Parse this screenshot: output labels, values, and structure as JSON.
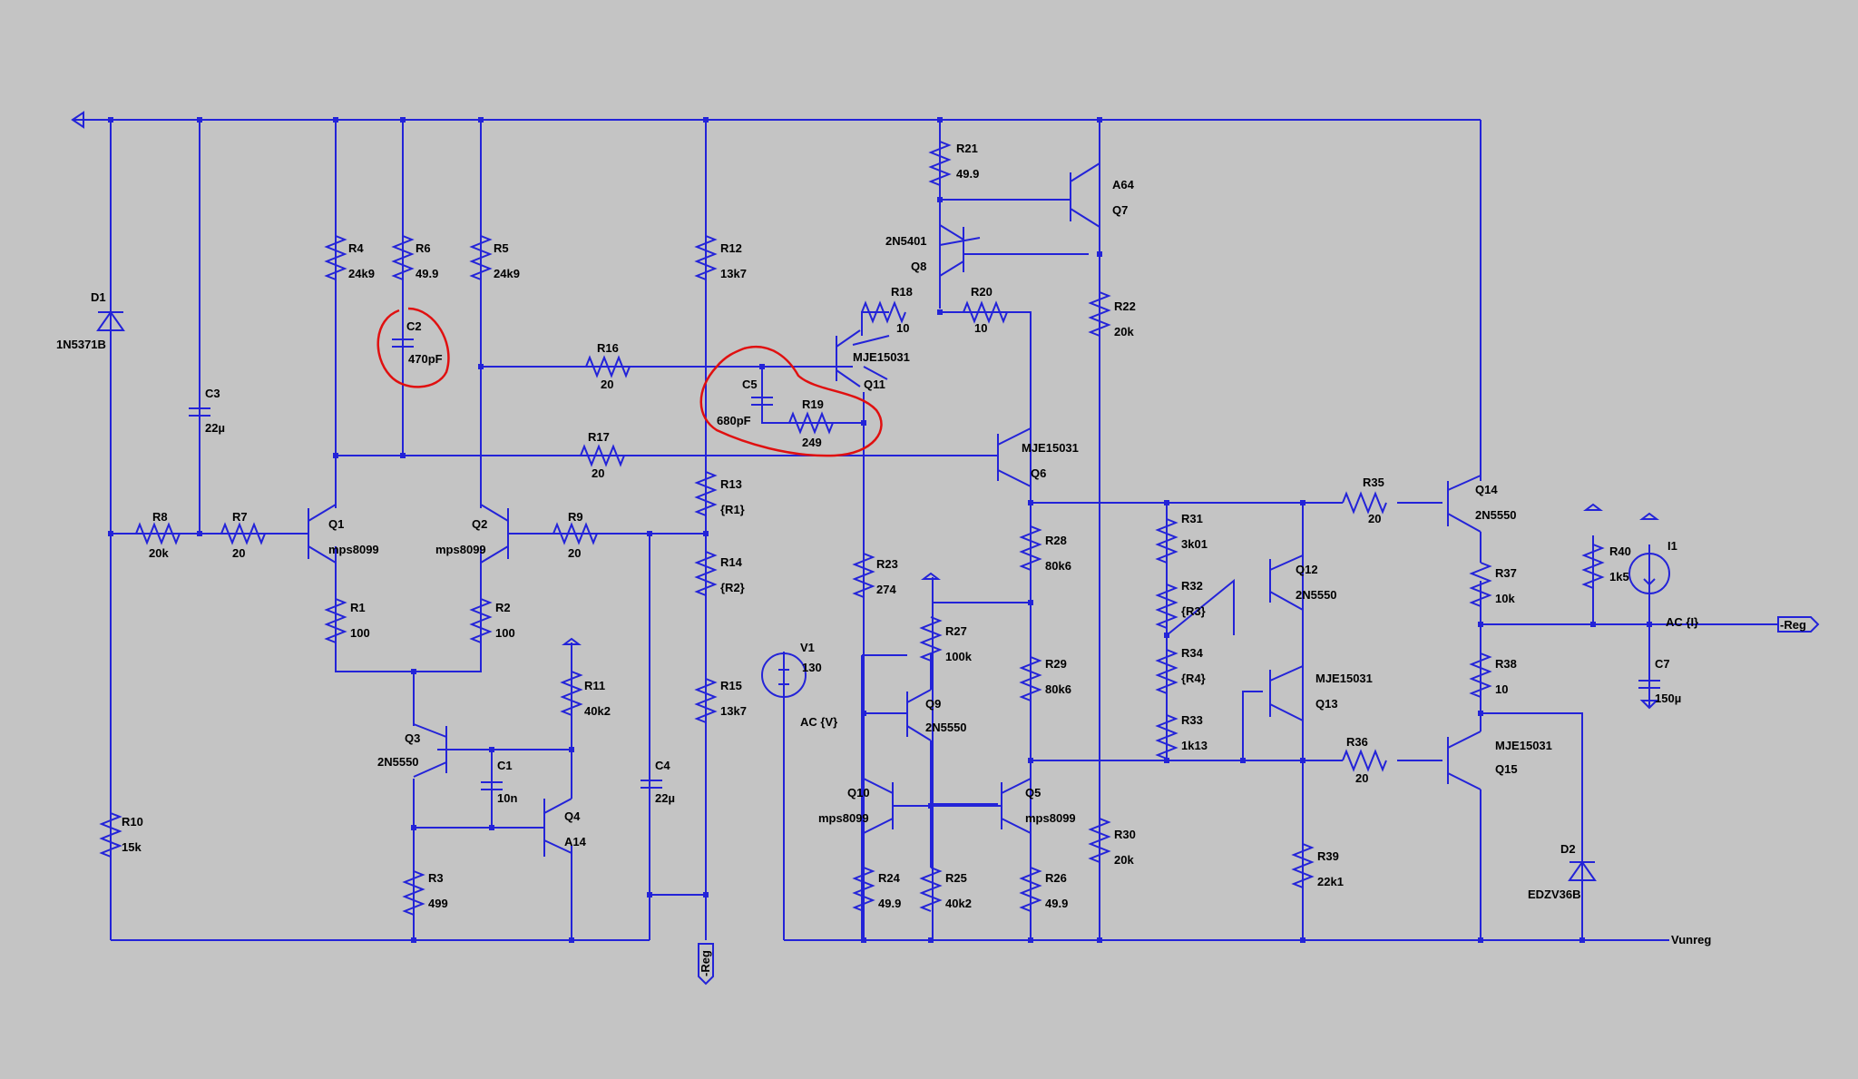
{
  "colors": {
    "wire": "#2323d8",
    "background": "#c4c4c4",
    "highlight": "#e01010",
    "text": "#000000"
  },
  "nets": {
    "neg_reg": "-Reg",
    "vunreg": "Vunreg",
    "ac_i": "AC {I}",
    "ac_v": "AC {V}"
  },
  "components": {
    "D1": {
      "ref": "D1",
      "value": "1N5371B"
    },
    "C3": {
      "ref": "C3",
      "value": "22µ"
    },
    "R8": {
      "ref": "R8",
      "value": "20k"
    },
    "R7": {
      "ref": "R7",
      "value": "20"
    },
    "R10": {
      "ref": "R10",
      "value": "15k"
    },
    "R4": {
      "ref": "R4",
      "value": "24k9"
    },
    "R6": {
      "ref": "R6",
      "value": "49.9"
    },
    "R5": {
      "ref": "R5",
      "value": "24k9"
    },
    "C2": {
      "ref": "C2",
      "value": "470pF"
    },
    "Q1": {
      "ref": "Q1",
      "value": "mps8099"
    },
    "Q2": {
      "ref": "Q2",
      "value": "mps8099"
    },
    "R1": {
      "ref": "R1",
      "value": "100"
    },
    "R2": {
      "ref": "R2",
      "value": "100"
    },
    "Q3": {
      "ref": "Q3",
      "value": "2N5550"
    },
    "C1": {
      "ref": "C1",
      "value": "10n"
    },
    "Q4": {
      "ref": "Q4",
      "value": "A14"
    },
    "R11": {
      "ref": "R11",
      "value": "40k2"
    },
    "R3": {
      "ref": "R3",
      "value": "499"
    },
    "R9": {
      "ref": "R9",
      "value": "20"
    },
    "C4": {
      "ref": "C4",
      "value": "22µ"
    },
    "R16": {
      "ref": "R16",
      "value": "20"
    },
    "R17": {
      "ref": "R17",
      "value": "20"
    },
    "R12": {
      "ref": "R12",
      "value": "13k7"
    },
    "R13": {
      "ref": "R13",
      "value": "{R1}"
    },
    "R14": {
      "ref": "R14",
      "value": "{R2}"
    },
    "R15": {
      "ref": "R15",
      "value": "13k7"
    },
    "C5": {
      "ref": "C5",
      "value": "680pF"
    },
    "R19": {
      "ref": "R19",
      "value": "249"
    },
    "Q11": {
      "ref": "Q11",
      "value": "MJE15031"
    },
    "R18": {
      "ref": "R18",
      "value": "10"
    },
    "R20": {
      "ref": "R20",
      "value": "10"
    },
    "Q8": {
      "ref": "Q8",
      "value": "2N5401"
    },
    "R21": {
      "ref": "R21",
      "value": "49.9"
    },
    "Q7": {
      "ref": "Q7",
      "value": "A64"
    },
    "R22": {
      "ref": "R22",
      "value": "20k"
    },
    "Q6": {
      "ref": "Q6",
      "value": "MJE15031"
    },
    "R23": {
      "ref": "R23",
      "value": "274"
    },
    "V1": {
      "ref": "V1",
      "value": "130"
    },
    "R27": {
      "ref": "R27",
      "value": "100k"
    },
    "Q9": {
      "ref": "Q9",
      "value": "2N5550"
    },
    "R28": {
      "ref": "R28",
      "value": "80k6"
    },
    "R29": {
      "ref": "R29",
      "value": "80k6"
    },
    "Q10": {
      "ref": "Q10",
      "value": "mps8099"
    },
    "Q5": {
      "ref": "Q5",
      "value": "mps8099"
    },
    "R24": {
      "ref": "R24",
      "value": "49.9"
    },
    "R25": {
      "ref": "R25",
      "value": "40k2"
    },
    "R26": {
      "ref": "R26",
      "value": "49.9"
    },
    "R30": {
      "ref": "R30",
      "value": "20k"
    },
    "R31": {
      "ref": "R31",
      "value": "3k01"
    },
    "R32": {
      "ref": "R32",
      "value": "{R3}"
    },
    "R34": {
      "ref": "R34",
      "value": "{R4}"
    },
    "R33": {
      "ref": "R33",
      "value": "1k13"
    },
    "Q12": {
      "ref": "Q12",
      "value": "2N5550"
    },
    "Q13": {
      "ref": "Q13",
      "value": "MJE15031"
    },
    "R35": {
      "ref": "R35",
      "value": "20"
    },
    "R36": {
      "ref": "R36",
      "value": "20"
    },
    "R39": {
      "ref": "R39",
      "value": "22k1"
    },
    "Q14": {
      "ref": "Q14",
      "value": "2N5550"
    },
    "R37": {
      "ref": "R37",
      "value": "10k"
    },
    "R38": {
      "ref": "R38",
      "value": "10"
    },
    "Q15": {
      "ref": "Q15",
      "value": "MJE15031"
    },
    "D2": {
      "ref": "D2",
      "value": "EDZV36B"
    },
    "R40": {
      "ref": "R40",
      "value": "1k5"
    },
    "I1": {
      "ref": "I1",
      "value": ""
    },
    "C7": {
      "ref": "C7",
      "value": "150µ"
    }
  }
}
